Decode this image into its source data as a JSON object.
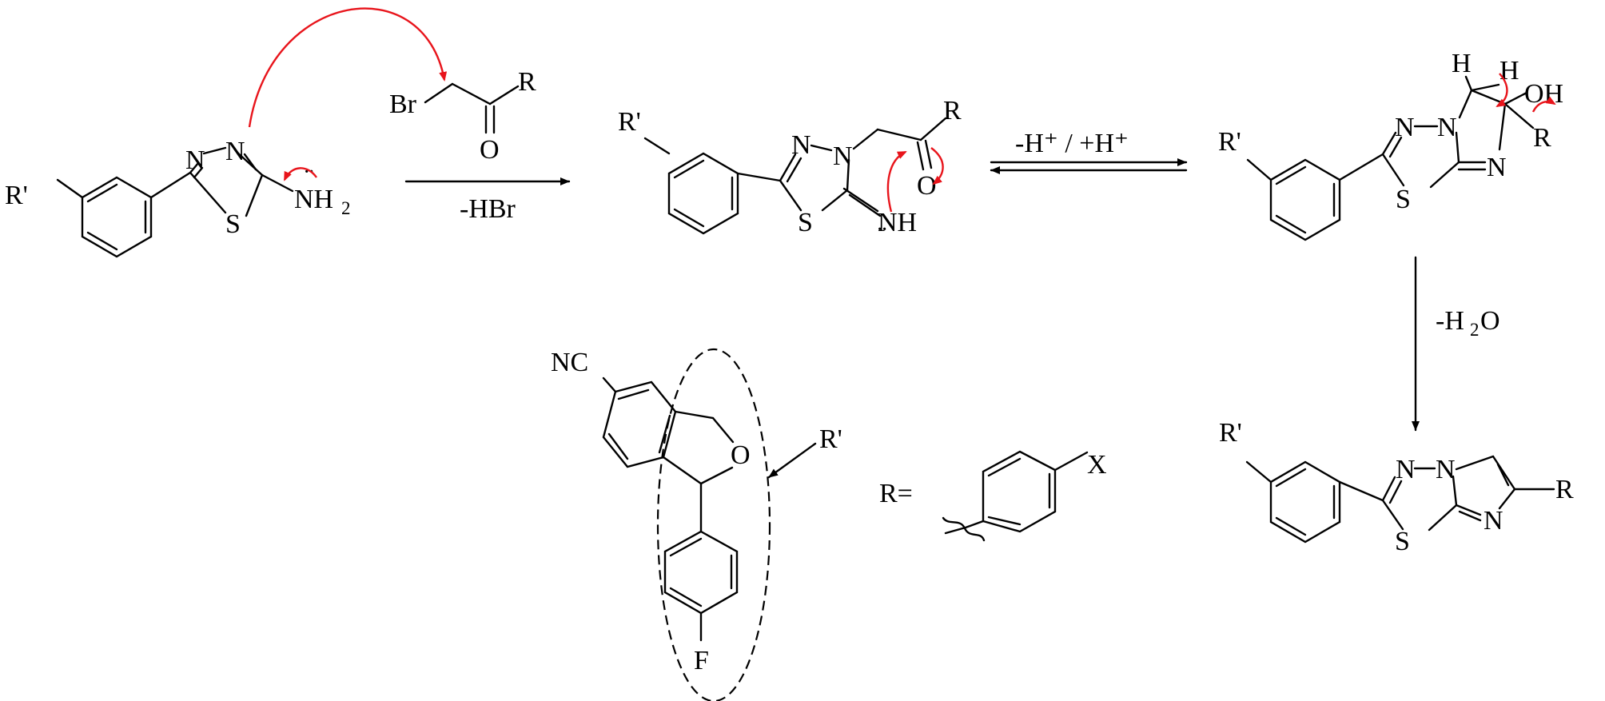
{
  "colors": {
    "ink": "#000000",
    "curly_arrow": "#e8141b"
  },
  "labels": {
    "r_prime": "R'",
    "r": "R",
    "n": "N",
    "s": "S",
    "o": "O",
    "h": "H",
    "nh": "NH",
    "oh": "OH",
    "nh2_lone_pair": "¨",
    "nh_lone_pair": "¨",
    "br": "Br",
    "nc": "NC",
    "f": "F",
    "x": "X",
    "two": "2"
  },
  "conditions": {
    "step1_below": "-HBr",
    "equilibrium_text": "-H⁺ / +H⁺",
    "step3_h": "-H",
    "step3_sub": "2",
    "step3_o": "O"
  },
  "legend": {
    "r_definition": "R="
  }
}
